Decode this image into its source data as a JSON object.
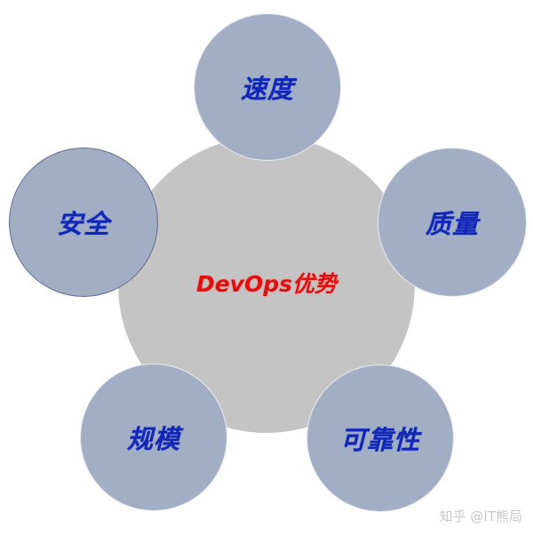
{
  "diagram": {
    "center": {
      "label": "DevOps优势",
      "color": "#e01010",
      "fill": "#c4c4c4"
    },
    "petals": [
      {
        "id": "speed",
        "label": "速度"
      },
      {
        "id": "quality",
        "label": "质量"
      },
      {
        "id": "reliability",
        "label": "可靠性"
      },
      {
        "id": "scale",
        "label": "规模"
      },
      {
        "id": "security",
        "label": "安全"
      }
    ],
    "petal_fill": "#a2aec4",
    "label_color": "#1228b5"
  },
  "watermark": "知乎 @IT熊局"
}
